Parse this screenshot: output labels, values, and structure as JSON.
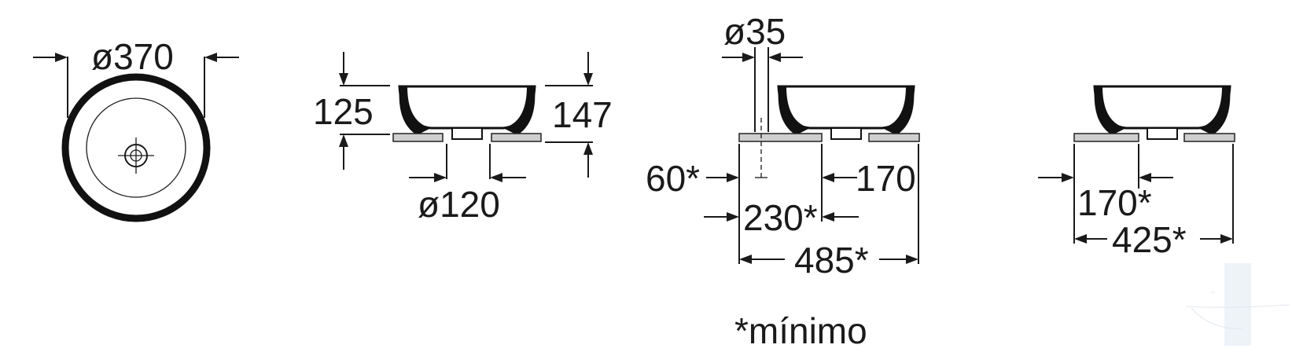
{
  "views": {
    "top": {
      "diameter": "ø370"
    },
    "front": {
      "height_bowl": "125",
      "height_total": "147",
      "drain_diameter": "ø120"
    },
    "side": {
      "tap_diameter": "ø35",
      "tap_offset": "60*",
      "right_distance": "170",
      "center_distance": "230*",
      "total_width": "485*"
    },
    "rear": {
      "left_distance": "170*",
      "total_width": "425*"
    }
  },
  "footnote": "*mínimo",
  "colors": {
    "line": "#1a1a1a",
    "counter": "#cfcfcf"
  }
}
